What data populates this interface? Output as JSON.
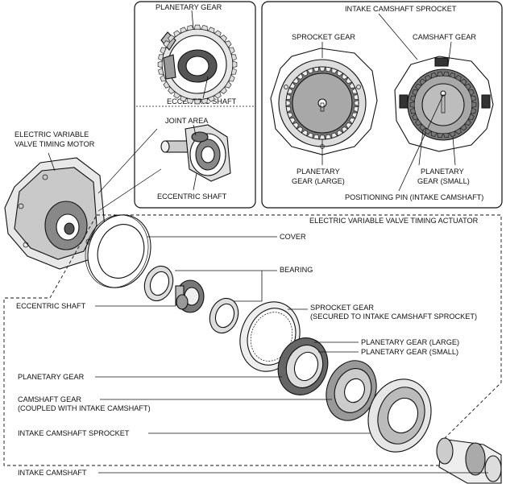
{
  "inset_top_left": {
    "planetary_gear": "PLANETARY GEAR",
    "eccentric_shaft_1": "ECCENTRIC SHAFT",
    "joint_area": "JOINT AREA",
    "eccentric_shaft_2": "ECCENTRIC SHAFT"
  },
  "inset_top_right": {
    "intake_camshaft_sprocket": "INTAKE CAMSHAFT SPROCKET",
    "sprocket_gear": "SPROCKET GEAR",
    "camshaft_gear": "CAMSHAFT GEAR",
    "planetary_gear_large_1": "PLANETARY",
    "planetary_gear_large_2": "GEAR (LARGE)",
    "planetary_gear_small_1": "PLANETARY",
    "planetary_gear_small_2": "GEAR (SMALL)",
    "positioning_pin": "POSITIONING PIN (INTAKE CAMSHAFT)"
  },
  "motor": {
    "line1": "ELECTRIC VARIABLE",
    "line2": "VALVE TIMING MOTOR"
  },
  "actuator": {
    "title": "ELECTRIC VARIABLE VALVE TIMING ACTUATOR",
    "cover": "COVER",
    "bearing": "BEARING",
    "eccentric_shaft": "ECCENTRIC SHAFT",
    "sprocket_gear_1": "SPROCKET GEAR",
    "sprocket_gear_2": "(SECURED TO INTAKE CAMSHAFT SPROCKET)",
    "planetary_large": "PLANETARY GEAR (LARGE)",
    "planetary_small": "PLANETARY GEAR (SMALL)",
    "planetary_gear": "PLANETARY GEAR",
    "camshaft_gear_1": "CAMSHAFT GEAR",
    "camshaft_gear_2": "(COUPLED WITH INTAKE CAMSHAFT)",
    "intake_camshaft_sprocket": "INTAKE CAMSHAFT SPROCKET",
    "intake_camshaft": "INTAKE CAMSHAFT"
  }
}
